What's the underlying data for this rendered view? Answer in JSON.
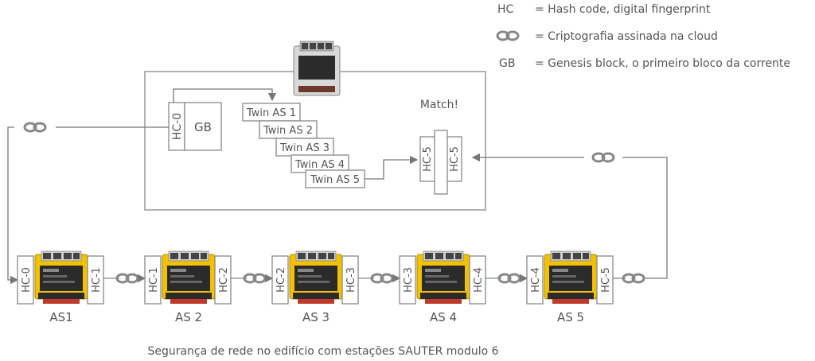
{
  "legend": {
    "hc_key": "HC",
    "hc_text": "= Hash code, digital fingerprint",
    "chain_icon": "chain-link-icon",
    "chain_text": "= Criptografia assinada na cloud",
    "gb_key": "GB",
    "gb_text": "= Genesis block, o primeiro bloco da corrente"
  },
  "cloud": {
    "hc0": "HC-0",
    "gb": "GB",
    "twins": [
      "Twin AS 1",
      "Twin AS 2",
      "Twin AS 3",
      "Twin AS 4",
      "Twin AS 5"
    ],
    "match": "Match!",
    "match_left": "HC-5",
    "match_right": "HC-5"
  },
  "stations": [
    {
      "name": "AS1",
      "hc_left": "HC-0",
      "hc_right": "HC-1"
    },
    {
      "name": "AS 2",
      "hc_left": "HC-1",
      "hc_right": "HC-2"
    },
    {
      "name": "AS 3",
      "hc_left": "HC-2",
      "hc_right": "HC-3"
    },
    {
      "name": "AS 4",
      "hc_left": "HC-3",
      "hc_right": "HC-4"
    },
    {
      "name": "AS 5",
      "hc_left": "HC-4",
      "hc_right": "HC-5"
    }
  ],
  "caption": "Segurança de rede no edifício com estações SAUTER modulo 6",
  "colors": {
    "device_yellow": "#f2c200",
    "device_dark": "#2b2b2b",
    "line": "#777777"
  }
}
